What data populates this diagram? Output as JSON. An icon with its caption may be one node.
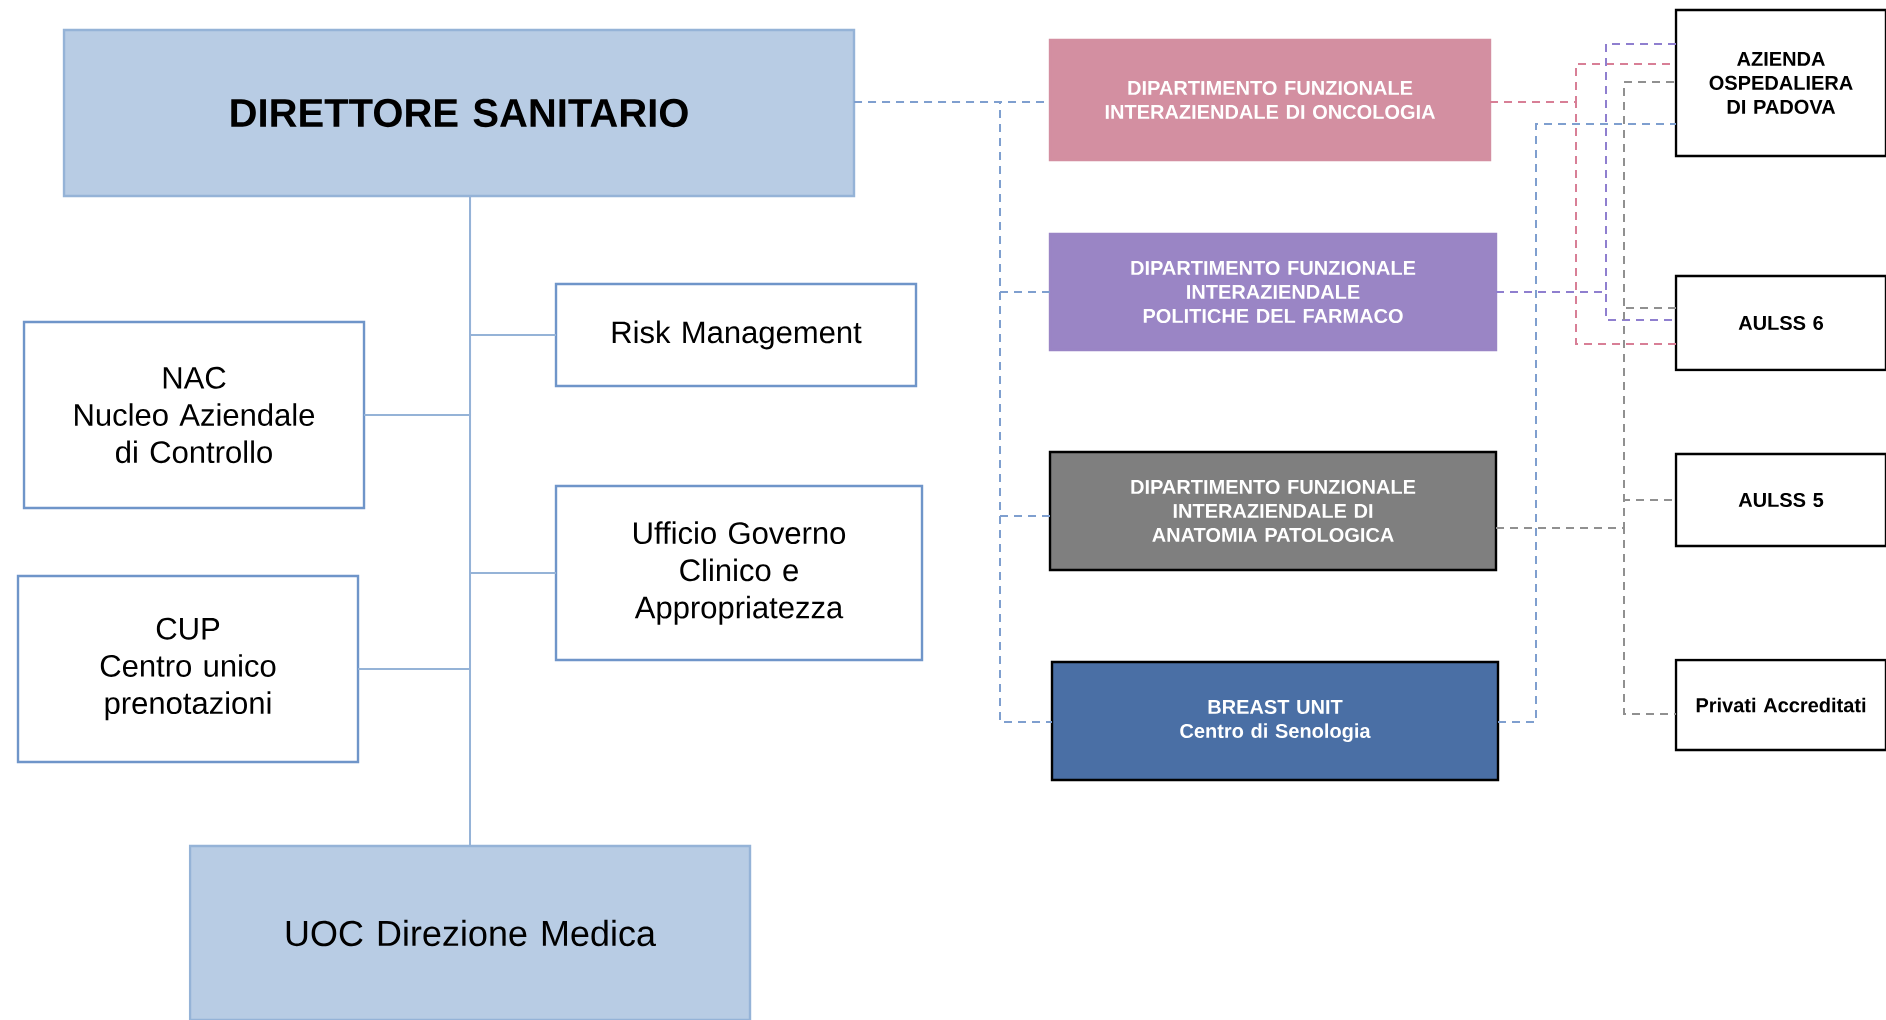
{
  "diagram": {
    "nodes": [
      {
        "text": [
          "DIRETTORE SANITARIO"
        ]
      },
      {
        "text": [
          "Risk Management"
        ]
      },
      {
        "text": [
          "NAC",
          "Nucleo Aziendale di Controllo"
        ]
      },
      {
        "text": [
          "Ufficio Governo Clinico e Appropriatezza"
        ]
      },
      {
        "text": [
          "CUP",
          "Centro unico prenotazioni"
        ]
      },
      {
        "text": [
          "UOC Direzione Medica"
        ]
      },
      {
        "text": [
          "DIPARTIMENTO FUNZIONALE INTERAZIENDALE DI ONCOLOGIA"
        ]
      },
      {
        "text": [
          "DIPARTIMENTO FUNZIONALE INTERAZIENDALE POLITICHE DEL FARMACO"
        ]
      },
      {
        "text": [
          "DIPARTIMENTO FUNZIONALE INTERAZIENDALE DI ANATOMIA PATOLOGICA"
        ]
      },
      {
        "text": [
          "BREAST UNIT",
          "Centro di Senologia"
        ]
      },
      {
        "text": [
          "AZIENDA OSPEDALIERA DI PADOVA"
        ]
      },
      {
        "text": [
          "AULSS 6"
        ]
      },
      {
        "text": [
          "AULSS 5"
        ]
      },
      {
        "text": [
          "Privati Accreditati"
        ]
      }
    ],
    "edges": [
      {
        "from": 0,
        "to": 1,
        "arrow": "none"
      },
      {
        "from": 0,
        "to": 2,
        "arrow": "none"
      },
      {
        "from": 0,
        "to": 3,
        "arrow": "none"
      },
      {
        "from": 0,
        "to": 4,
        "arrow": "none"
      },
      {
        "from": 0,
        "to": 5,
        "arrow": "none"
      },
      {
        "from": 0,
        "to": 6,
        "arrow": "none",
        "style": "dashed",
        "color": "#7f9fcf"
      },
      {
        "from": 0,
        "to": 7,
        "arrow": "none",
        "style": "dashed",
        "color": "#7f9fcf"
      },
      {
        "from": 0,
        "to": 8,
        "arrow": "none",
        "style": "dashed",
        "color": "#7f9fcf"
      },
      {
        "from": 0,
        "to": 9,
        "arrow": "none",
        "style": "dashed",
        "color": "#7f9fcf"
      },
      {
        "from": 6,
        "to": 10,
        "arrow": "none",
        "style": "dashed",
        "color": "#d87f96"
      },
      {
        "from": 6,
        "to": 11,
        "arrow": "none",
        "style": "dashed",
        "color": "#d87f96"
      },
      {
        "from": 7,
        "to": 10,
        "arrow": "none",
        "style": "dashed",
        "color": "#8f7fcf"
      },
      {
        "from": 7,
        "to": 11,
        "arrow": "none",
        "style": "dashed",
        "color": "#8f7fcf"
      },
      {
        "from": 8,
        "to": 10,
        "arrow": "none",
        "style": "dashed",
        "color": "#909090"
      },
      {
        "from": 8,
        "to": 11,
        "arrow": "none",
        "style": "dashed",
        "color": "#909090"
      },
      {
        "from": 8,
        "to": 12,
        "arrow": "none",
        "style": "dashed",
        "color": "#909090"
      },
      {
        "from": 8,
        "to": 13,
        "arrow": "none",
        "style": "dashed",
        "color": "#909090"
      },
      {
        "from": 9,
        "to": 10,
        "arrow": "none",
        "style": "dashed",
        "color": "#7f9fcf"
      }
    ]
  }
}
